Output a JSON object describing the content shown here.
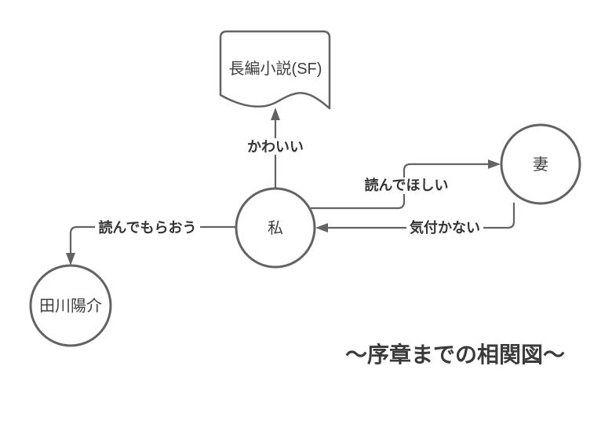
{
  "diagram": {
    "title": "〜序章までの相関図〜",
    "colors": {
      "background": "#ffffff",
      "stroke": "#636363",
      "node_text": "#3f3f3f",
      "edge_label_text": "#343434",
      "title_text": "#3b3b3b"
    },
    "nodes": {
      "novel": {
        "label": "長編小説(SF)",
        "shape": "document"
      },
      "me": {
        "label": "私",
        "shape": "circle"
      },
      "wife": {
        "label": "妻",
        "shape": "circle"
      },
      "tagawa": {
        "label": "田川陽介",
        "shape": "circle"
      }
    },
    "edges": [
      {
        "from": "me",
        "to": "novel",
        "label": "かわいい",
        "direction": "up"
      },
      {
        "from": "me",
        "to": "wife",
        "label": "読んでほしい",
        "direction": "right-up"
      },
      {
        "from": "wife",
        "to": "me",
        "label": "気付かない",
        "direction": "down-left"
      },
      {
        "from": "me",
        "to": "tagawa",
        "label": "読んでもらおう",
        "direction": "left-down"
      }
    ]
  }
}
